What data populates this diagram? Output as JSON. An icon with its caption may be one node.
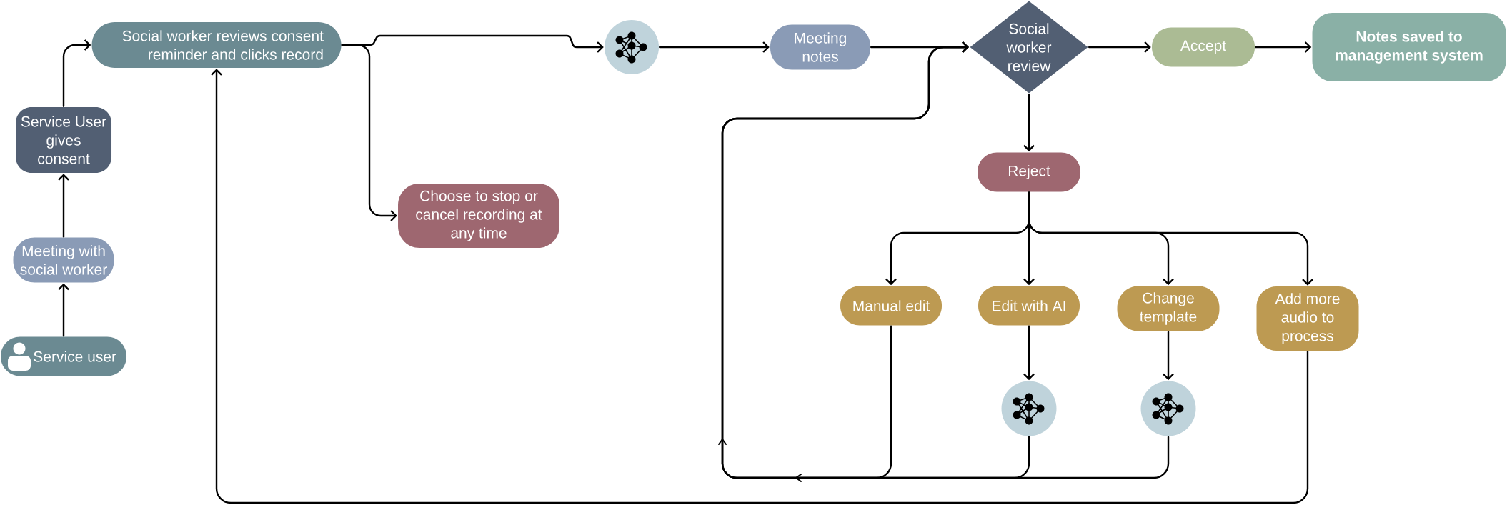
{
  "diagram": {
    "nodes": [
      {
        "text": [
          "Service user"
        ]
      },
      {
        "text": [
          "Meeting with social worker"
        ]
      },
      {
        "text": [
          "Service User gives consent"
        ]
      },
      {
        "text": [
          "Social worker reviews consent reminder and clicks record"
        ]
      },
      {
        "text": [
          "Choose to stop or cancel recording at any time"
        ]
      },
      {
        "text": [],
        "shape": "circle"
      },
      {
        "text": [
          "Meeting notes"
        ]
      },
      {
        "text": [
          "Social worker review"
        ]
      },
      {
        "text": [
          "Accept"
        ]
      },
      {
        "text": [
          "Notes saved to management system"
        ]
      },
      {
        "text": [
          "Reject"
        ]
      },
      {
        "text": [
          "Manual edit"
        ]
      },
      {
        "text": [
          "Edit with AI"
        ]
      },
      {
        "text": [
          "Change template"
        ]
      },
      {
        "text": [
          "Add more audio to process"
        ]
      },
      {
        "text": [],
        "shape": "circle"
      },
      {
        "text": [],
        "shape": "circle"
      }
    ],
    "edges": [
      {
        "from": 0,
        "to": 1,
        "arrow": "to"
      },
      {
        "from": 1,
        "to": 2,
        "arrow": "to"
      },
      {
        "from": 2,
        "to": 3,
        "arrow": "to"
      },
      {
        "from": 3,
        "to": 4,
        "arrow": "to"
      },
      {
        "from": 3,
        "to": 5,
        "arrow": "to"
      },
      {
        "from": 5,
        "to": 6,
        "arrow": "to"
      },
      {
        "from": 6,
        "to": 7,
        "arrow": "to"
      },
      {
        "from": 7,
        "to": 8,
        "arrow": "to"
      },
      {
        "from": 8,
        "to": 9,
        "arrow": "to"
      },
      {
        "from": 7,
        "to": 10,
        "arrow": "to"
      },
      {
        "from": 10,
        "to": 11,
        "arrow": "to"
      },
      {
        "from": 10,
        "to": 12,
        "arrow": "to"
      },
      {
        "from": 10,
        "to": 13,
        "arrow": "to"
      },
      {
        "from": 10,
        "to": 14,
        "arrow": "to"
      },
      {
        "from": 12,
        "to": 15,
        "arrow": "to"
      },
      {
        "from": 13,
        "to": 16,
        "arrow": "to"
      },
      {
        "from": 11,
        "to": 7,
        "arrow": "to"
      },
      {
        "from": 15,
        "to": 7,
        "arrow": "to"
      },
      {
        "from": 16,
        "to": 7,
        "arrow": "to"
      },
      {
        "from": 14,
        "to": 3,
        "arrow": "to"
      }
    ]
  }
}
